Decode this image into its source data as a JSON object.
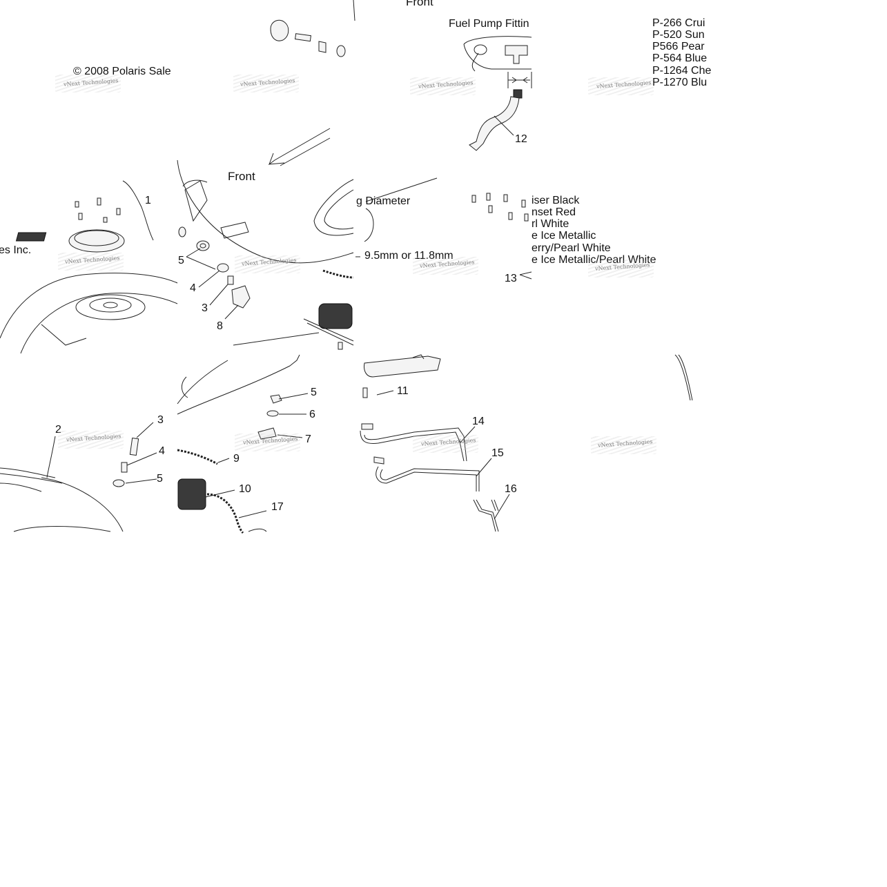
{
  "copyright": "© 2008 Polaris Sale",
  "copyright_tail": "es Inc.",
  "front_label_top": "Front",
  "front_label_mid": "Front",
  "fuel_pump_fitting": "Fuel Pump Fittin",
  "fitting_diameter": "g Diameter",
  "fitting_sizes": "9.5mm or 11.8mm",
  "paint_codes": [
    "P-266  Crui",
    "P-520  Sun",
    "P566  Pear",
    "P-564  Blue",
    "P-1264 Che",
    "P-1270 Blu"
  ],
  "paint_names": [
    "iser Black",
    "nset Red",
    "rl White",
    "e Ice Metallic",
    "erry/Pearl White",
    "e Ice Metallic/Pearl White"
  ],
  "watermark": "vNext Technologies",
  "callouts": {
    "c1": "1",
    "c2": "2",
    "c3a": "3",
    "c4a": "4",
    "c5a": "5",
    "c5b": "5",
    "c4b": "4",
    "c3b": "3",
    "c8": "8",
    "c5c": "5",
    "c6": "6",
    "c7": "7",
    "c9": "9",
    "c10": "10",
    "c17": "17",
    "c11": "11",
    "c12": "12",
    "c13": "13",
    "c14": "14",
    "c15": "15",
    "c16": "16"
  }
}
